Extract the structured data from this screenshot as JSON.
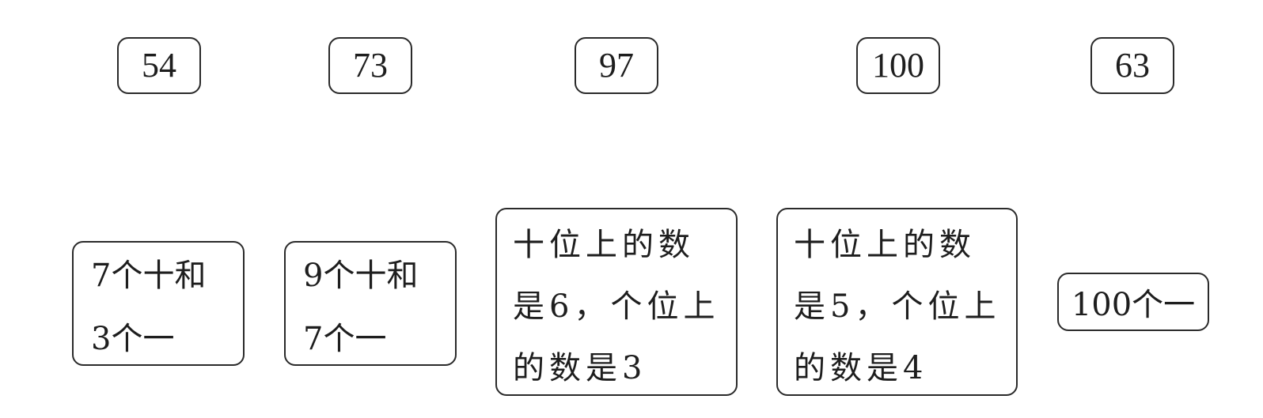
{
  "numbers": [
    "54",
    "73",
    "97",
    "100",
    "63"
  ],
  "descriptions": [
    {
      "lines": [
        "7个十和",
        "3个一"
      ]
    },
    {
      "lines": [
        "9个十和",
        "7个一"
      ]
    },
    {
      "lines": [
        "十位上的数",
        "是6，个位上",
        "的数是3"
      ]
    },
    {
      "lines": [
        "十位上的数",
        "是5，个位上",
        "的数是4"
      ]
    },
    {
      "lines": [
        "100个一"
      ]
    }
  ]
}
